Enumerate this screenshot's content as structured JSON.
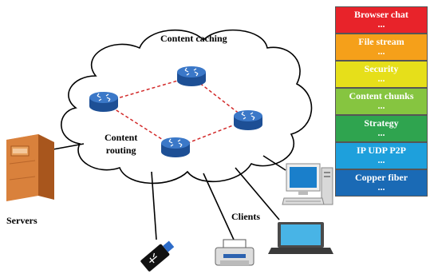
{
  "labels": {
    "content_caching": "Content caching",
    "content_routing": "Content\nrouting",
    "servers": "Servers",
    "clients": "Clients"
  },
  "protocol_stack": [
    {
      "name": "Browser chat",
      "dots": "...",
      "color": "#e8232a"
    },
    {
      "name": "File stream",
      "dots": "...",
      "color": "#f5a01a"
    },
    {
      "name": "Security",
      "dots": "...",
      "color": "#e6df1a"
    },
    {
      "name": "Content chunks",
      "dots": "...",
      "color": "#86c540"
    },
    {
      "name": "Strategy",
      "dots": "...",
      "color": "#2fa44f"
    },
    {
      "name": "IP UDP P2P",
      "dots": "...",
      "color": "#1ea0dc"
    },
    {
      "name": "Copper fiber",
      "dots": "...",
      "color": "#1a6ab5"
    }
  ],
  "colors": {
    "router": "#2d63b0",
    "link": "#d22a2a",
    "server": "#d4772e"
  },
  "icons": [
    "router-icon",
    "server-icon",
    "usb-drive-icon",
    "printer-icon",
    "laptop-icon",
    "desktop-computer-icon"
  ]
}
